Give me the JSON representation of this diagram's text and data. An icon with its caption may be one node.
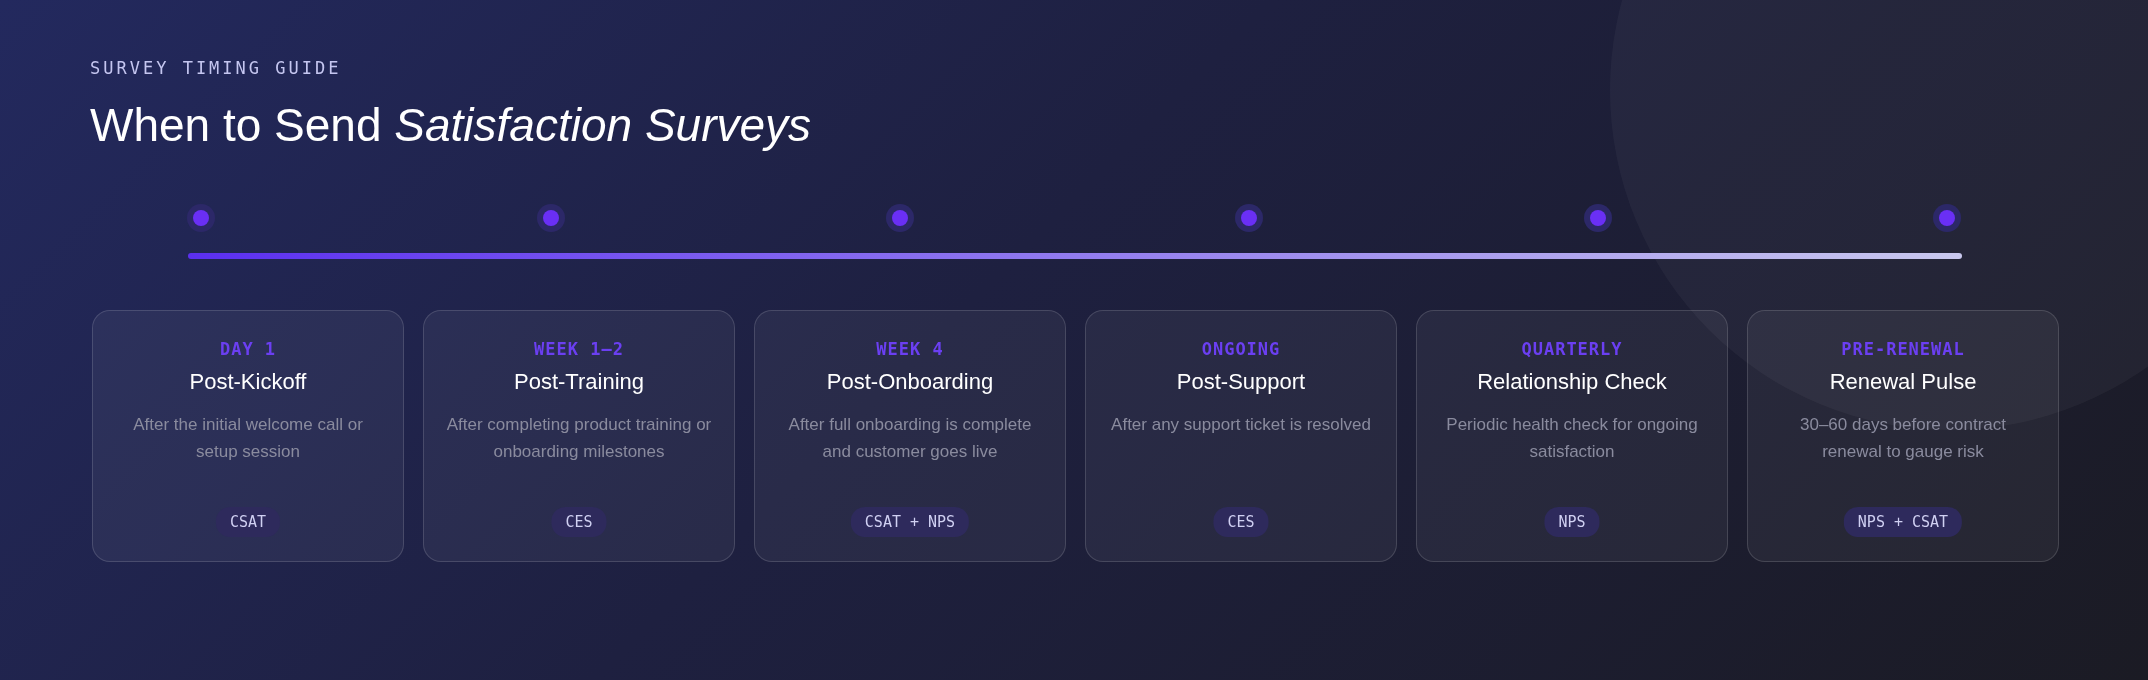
{
  "diagram": {
    "title": "When to Send *Satisfaction Surveys*",
    "nodes": [
      {
        "text": [
          "DAY 1",
          "Post-Kickoff",
          "After the initial welcome call or setup session"
        ]
      },
      {
        "text": [
          "CSAT"
        ],
        "in": 0
      },
      {
        "text": [
          "WEEK 1–2",
          "Post-Training",
          "After completing product training or onboarding milestones"
        ]
      },
      {
        "text": [
          "CES"
        ],
        "in": 2
      },
      {
        "text": [
          "WEEK 4",
          "Post-Onboarding",
          "After full onboarding is complete and customer goes live"
        ]
      },
      {
        "text": [
          "CSAT + NPS"
        ],
        "in": 4
      },
      {
        "text": [
          "ONGOING",
          "Post-Support",
          "After any support ticket is resolved"
        ]
      },
      {
        "text": [
          "CES"
        ],
        "in": 6
      },
      {
        "text": [
          "QUARTERLY",
          "Relationship Check",
          "Periodic health check for ongoing satisfaction"
        ]
      },
      {
        "text": [
          "NPS"
        ],
        "in": 8
      },
      {
        "text": [
          "PRE-RENEWAL",
          "Renewal Pulse",
          "30–60 days before contract renewal to gauge risk"
        ]
      },
      {
        "text": [
          "NPS + CSAT"
        ],
        "in": 10
      }
    ],
    "edges": [],
    "labels": [
      "SURVEY TIMING GUIDE"
    ]
  }
}
